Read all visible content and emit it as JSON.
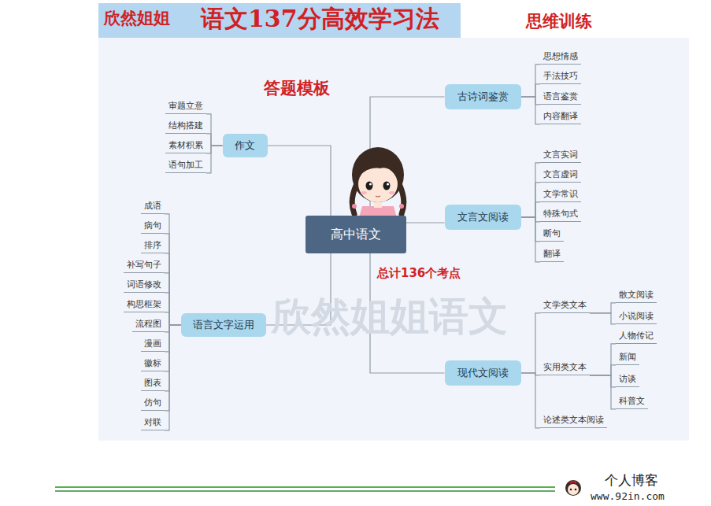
{
  "diagram": {
    "title": "语文137分高效学习法",
    "nodes": [
      {
        "text": [
          "高中语文"
        ]
      },
      {
        "text": [
          "作文"
        ]
      },
      {
        "text": [
          "审题立意"
        ]
      },
      {
        "text": [
          "结构搭建"
        ]
      },
      {
        "text": [
          "素材积累"
        ]
      },
      {
        "text": [
          "语句加工"
        ]
      },
      {
        "text": [
          "语言文字运用"
        ]
      },
      {
        "text": [
          "成语"
        ]
      },
      {
        "text": [
          "病句"
        ]
      },
      {
        "text": [
          "排序"
        ]
      },
      {
        "text": [
          "补写句子"
        ]
      },
      {
        "text": [
          "词语修改"
        ]
      },
      {
        "text": [
          "构思框架"
        ]
      },
      {
        "text": [
          "流程图"
        ]
      },
      {
        "text": [
          "漫画"
        ]
      },
      {
        "text": [
          "徽标"
        ]
      },
      {
        "text": [
          "图表"
        ]
      },
      {
        "text": [
          "仿句"
        ]
      },
      {
        "text": [
          "对联"
        ]
      },
      {
        "text": [
          "古诗词鉴赏"
        ]
      },
      {
        "text": [
          "思想情感"
        ]
      },
      {
        "text": [
          "手法技巧"
        ]
      },
      {
        "text": [
          "语言鉴赏"
        ]
      },
      {
        "text": [
          "内容翻译"
        ]
      },
      {
        "text": [
          "文言文阅读"
        ]
      },
      {
        "text": [
          "文言实词"
        ]
      },
      {
        "text": [
          "文言虚词"
        ]
      },
      {
        "text": [
          "文学常识"
        ]
      },
      {
        "text": [
          "特殊句式"
        ]
      },
      {
        "text": [
          "断句"
        ]
      },
      {
        "text": [
          "翻译"
        ]
      },
      {
        "text": [
          "现代文阅读"
        ]
      },
      {
        "text": [
          "文学类文本"
        ]
      },
      {
        "text": [
          "散文阅读"
        ]
      },
      {
        "text": [
          "小说阅读"
        ]
      },
      {
        "text": [
          "实用类文本"
        ]
      },
      {
        "text": [
          "人物传记"
        ]
      },
      {
        "text": [
          "新闻"
        ]
      },
      {
        "text": [
          "访谈"
        ]
      },
      {
        "text": [
          "科普文"
        ]
      },
      {
        "text": [
          "论述类文本阅读"
        ]
      }
    ],
    "edges": [
      {
        "from": 0,
        "to": 1,
        "arrow": "none"
      },
      {
        "from": 0,
        "to": 6,
        "arrow": "none"
      },
      {
        "from": 0,
        "to": 19,
        "arrow": "none"
      },
      {
        "from": 0,
        "to": 24,
        "arrow": "none"
      },
      {
        "from": 0,
        "to": 31,
        "arrow": "none"
      },
      {
        "from": 1,
        "to": 2,
        "arrow": "none"
      },
      {
        "from": 1,
        "to": 3,
        "arrow": "none"
      },
      {
        "from": 1,
        "to": 4,
        "arrow": "none"
      },
      {
        "from": 1,
        "to": 5,
        "arrow": "none"
      },
      {
        "from": 6,
        "to": 7,
        "arrow": "none"
      },
      {
        "from": 6,
        "to": 8,
        "arrow": "none"
      },
      {
        "from": 6,
        "to": 9,
        "arrow": "none"
      },
      {
        "from": 6,
        "to": 10,
        "arrow": "none"
      },
      {
        "from": 6,
        "to": 11,
        "arrow": "none"
      },
      {
        "from": 6,
        "to": 12,
        "arrow": "none"
      },
      {
        "from": 6,
        "to": 13,
        "arrow": "none"
      },
      {
        "from": 6,
        "to": 14,
        "arrow": "none"
      },
      {
        "from": 6,
        "to": 15,
        "arrow": "none"
      },
      {
        "from": 6,
        "to": 16,
        "arrow": "none"
      },
      {
        "from": 6,
        "to": 17,
        "arrow": "none"
      },
      {
        "from": 6,
        "to": 18,
        "arrow": "none"
      },
      {
        "from": 19,
        "to": 20,
        "arrow": "none"
      },
      {
        "from": 19,
        "to": 21,
        "arrow": "none"
      },
      {
        "from": 19,
        "to": 22,
        "arrow": "none"
      },
      {
        "from": 19,
        "to": 23,
        "arrow": "none"
      },
      {
        "from": 24,
        "to": 25,
        "arrow": "none"
      },
      {
        "from": 24,
        "to": 26,
        "arrow": "none"
      },
      {
        "from": 24,
        "to": 27,
        "arrow": "none"
      },
      {
        "from": 24,
        "to": 28,
        "arrow": "none"
      },
      {
        "from": 24,
        "to": 29,
        "arrow": "none"
      },
      {
        "from": 24,
        "to": 30,
        "arrow": "none"
      },
      {
        "from": 31,
        "to": 32,
        "arrow": "none"
      },
      {
        "from": 31,
        "to": 35,
        "arrow": "none"
      },
      {
        "from": 31,
        "to": 40,
        "arrow": "none"
      },
      {
        "from": 32,
        "to": 33,
        "arrow": "none"
      },
      {
        "from": 32,
        "to": 34,
        "arrow": "none"
      },
      {
        "from": 35,
        "to": 36,
        "arrow": "none"
      },
      {
        "from": 35,
        "to": 37,
        "arrow": "none"
      },
      {
        "from": 35,
        "to": 38,
        "arrow": "none"
      },
      {
        "from": 35,
        "to": 39,
        "arrow": "none"
      }
    ],
    "labels": [
      "欣然姐姐",
      "答题模板",
      "思维训练",
      "总计136个考点",
      "欣然姐姐语文",
      "个人博客",
      "www.92in.com"
    ]
  }
}
